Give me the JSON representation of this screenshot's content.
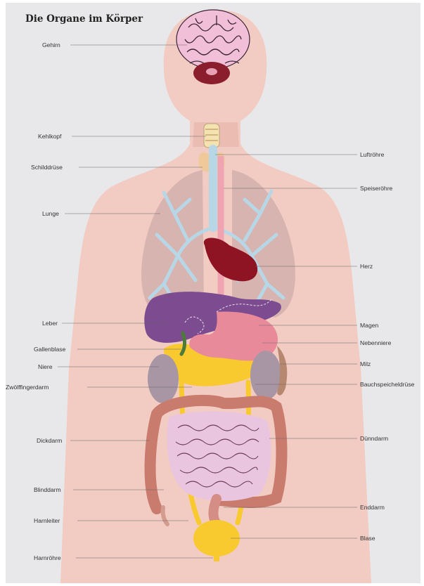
{
  "title": "Die Organe im Körper",
  "labels_left": [
    "Gehirn",
    "Kehlkopf",
    "Schilddrüse",
    "Lunge",
    "Leber",
    "Gallenblase",
    "Niere",
    "Zwölffingerdarm",
    "Dickdarm",
    "Blinddarm",
    "Harnleiter",
    "Harnröhre"
  ],
  "labels_right": [
    "Luftröhre",
    "Speiseröhre",
    "Herz",
    "Magen",
    "Nebenniere",
    "Milz",
    "Bauchspeicheldrüse",
    "Dünndarm",
    "Enddarm",
    "Blase"
  ],
  "colors": {
    "background": "#e8e8ea",
    "skin": "#f2ccc3",
    "brain": "#f2bfd9",
    "lung": "#d8b4b0",
    "airway": "#b7d6e6",
    "liver": "#7d4b8f",
    "heart": "#8e1424",
    "stomach": "#e98a9b",
    "ducts": "#f9c930",
    "kidney": "#a996a5",
    "small_intestine": "#e9c5df",
    "large_intestine": "#c97b6e"
  }
}
